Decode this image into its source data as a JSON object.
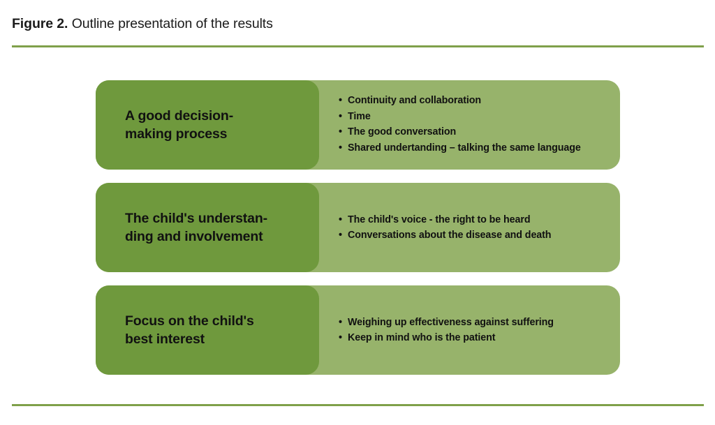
{
  "figure": {
    "caption_label": "Figure 2.",
    "caption_text": " Outline presentation of the results",
    "colors": {
      "heading_green": "#6f993d",
      "panel_green": "#97b36b",
      "rule_green": "#7fa04a",
      "text_black": "#111111",
      "background": "#ffffff"
    },
    "rows": [
      {
        "heading": "A good decision-making process",
        "heading_line_1": "A good decision-",
        "heading_line_2": "making process",
        "bullets": [
          "Continuity and collaboration",
          "Time",
          "The good conversation",
          "Shared undertanding – talking the same language"
        ]
      },
      {
        "heading": "The child's understanding and involvement",
        "heading_line_1": "The child's understan-",
        "heading_line_2": "ding and involvement",
        "bullets": [
          "The child's voice - the right to be heard",
          "Conversations about the disease and death"
        ]
      },
      {
        "heading": "Focus on the child's best interest",
        "heading_line_1": "Focus on the child's",
        "heading_line_2": "best interest",
        "bullets": [
          "Weighing up effectiveness against suffering",
          "Keep in mind who is the patient"
        ]
      }
    ]
  }
}
